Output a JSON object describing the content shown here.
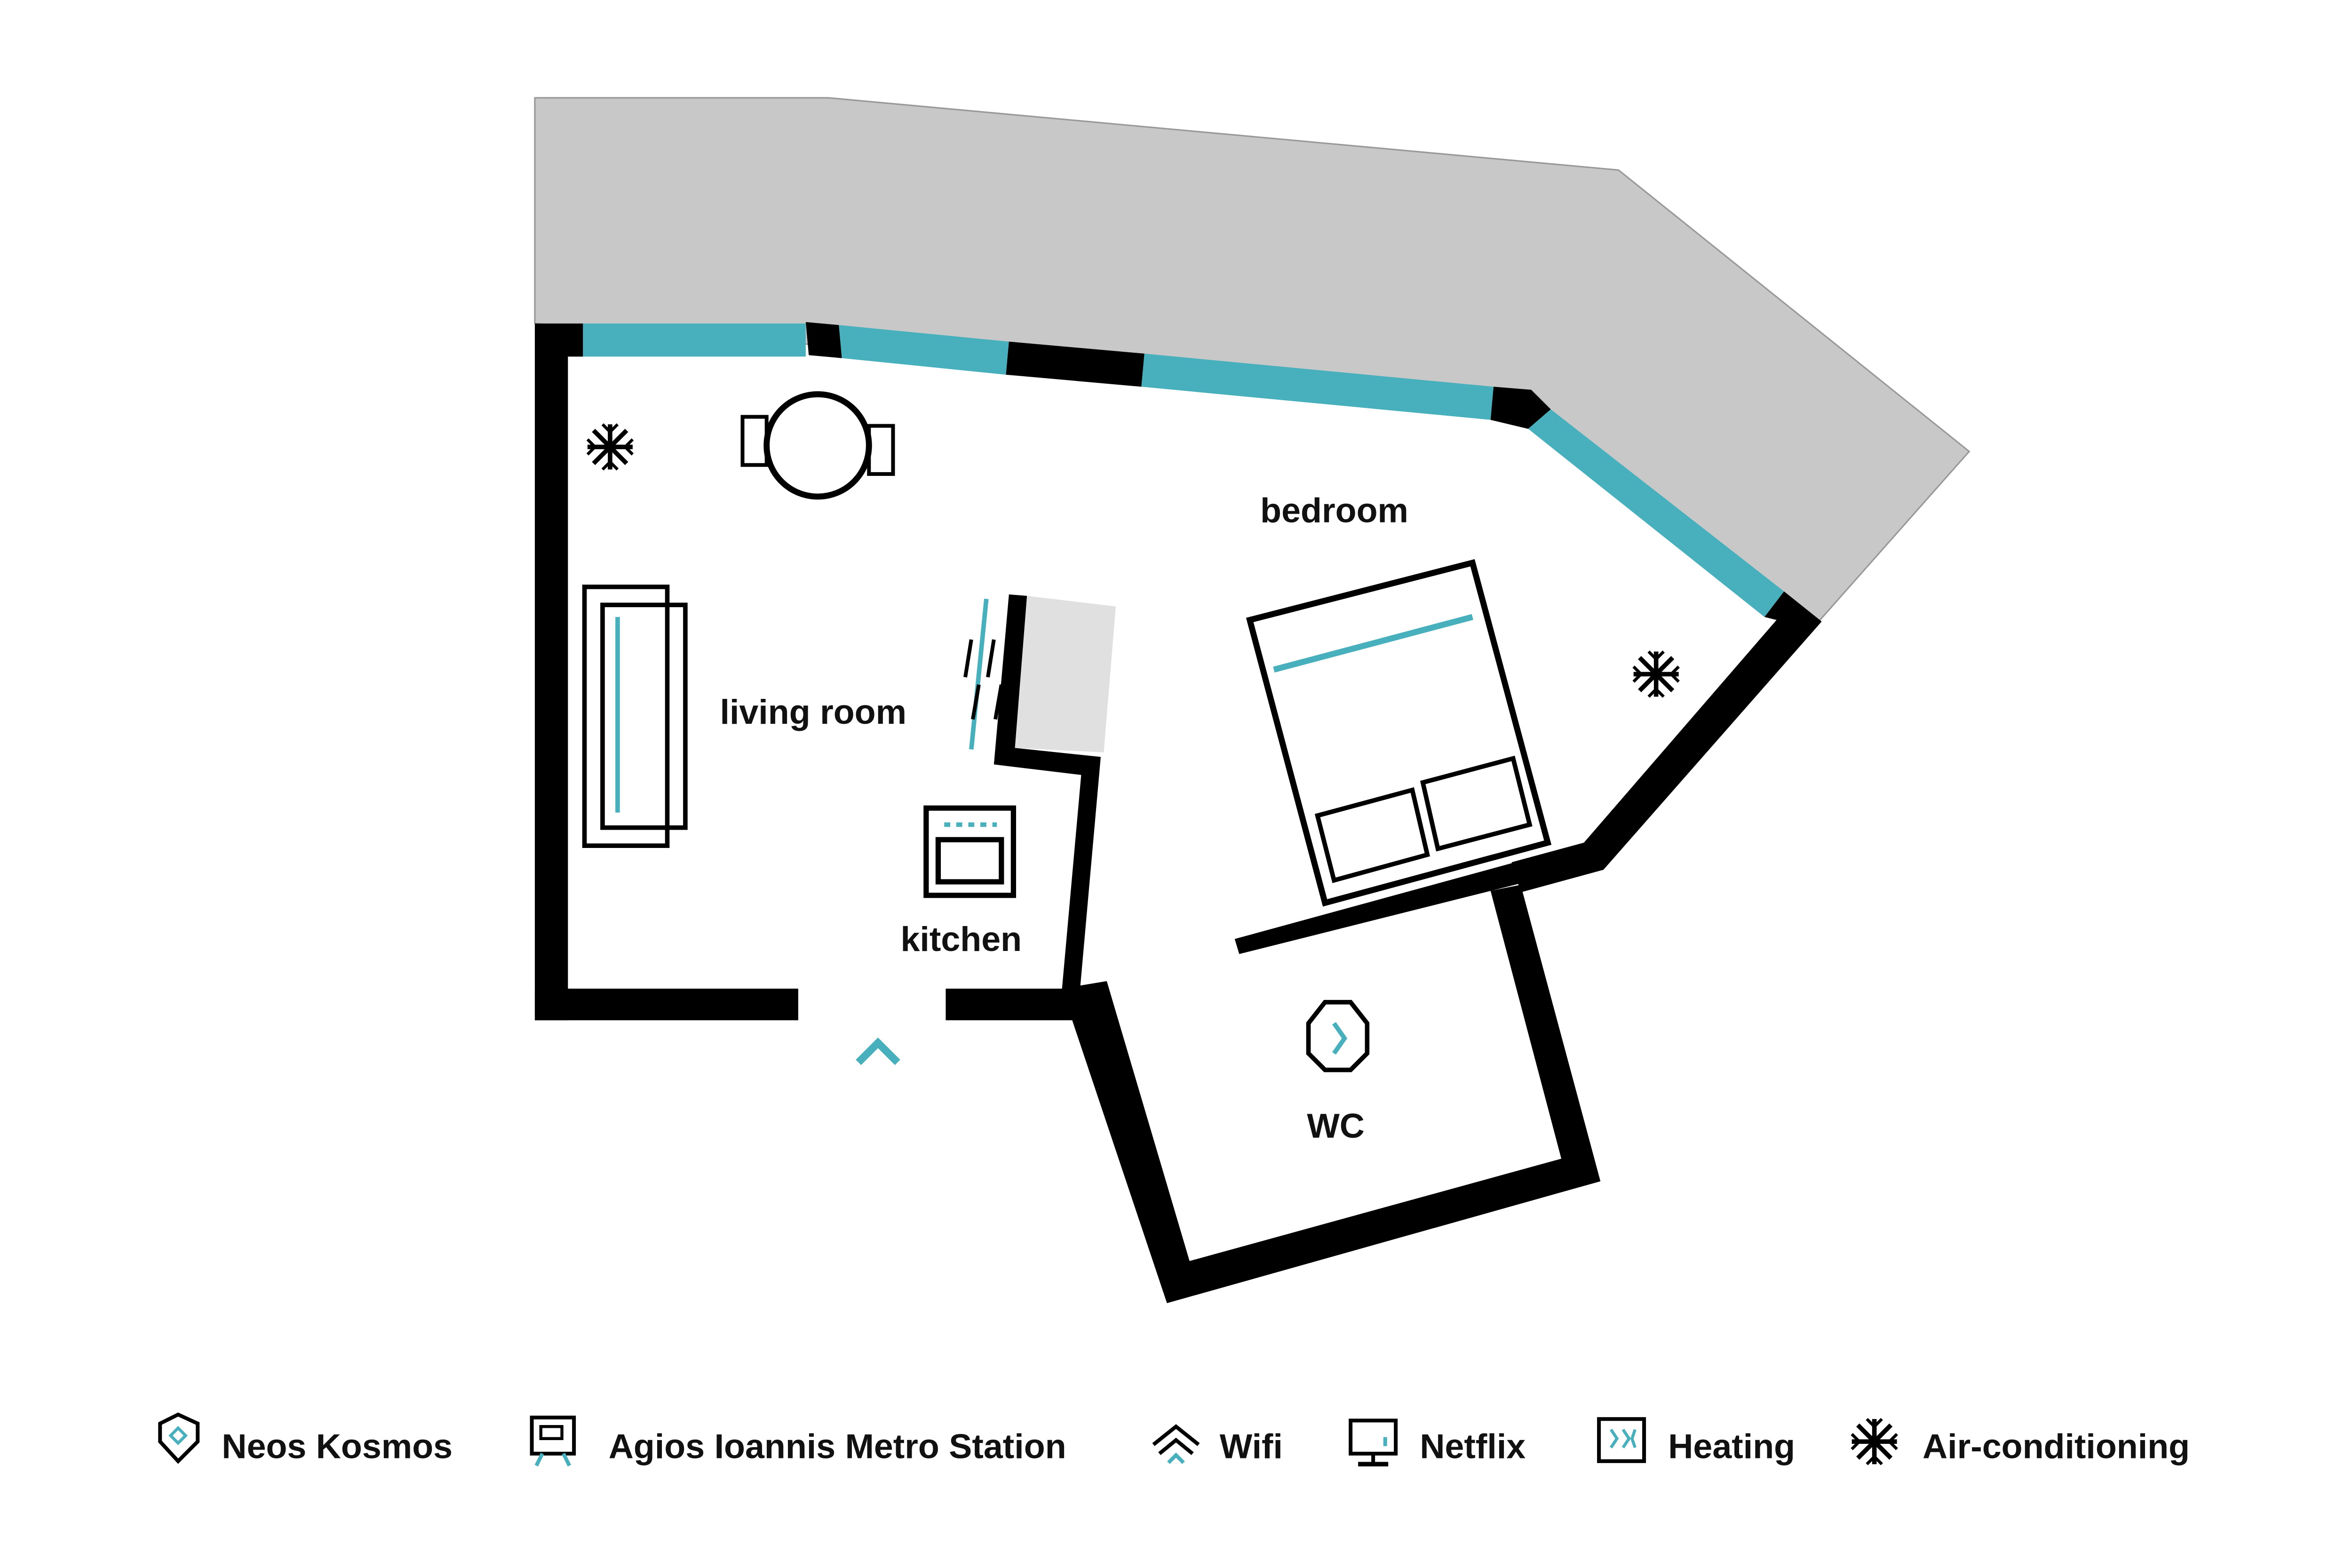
{
  "rooms": {
    "living_room": "living room",
    "kitchen": "kitchen",
    "bedroom": "bedroom",
    "wc": "WC"
  },
  "legend": [
    {
      "icon": "location-pin-icon",
      "label": "Neos Kosmos"
    },
    {
      "icon": "metro-icon",
      "label": "Agios Ioannis Metro Station"
    },
    {
      "icon": "wifi-icon",
      "label": "Wifi"
    },
    {
      "icon": "tv-icon",
      "label": "Netflix"
    },
    {
      "icon": "heating-icon",
      "label": "Heating"
    },
    {
      "icon": "snowflake-icon",
      "label": "Air-conditioning"
    }
  ],
  "colors": {
    "accent": "#48b0bd",
    "wall": "#000000",
    "balcony": "#c8c8c8"
  }
}
